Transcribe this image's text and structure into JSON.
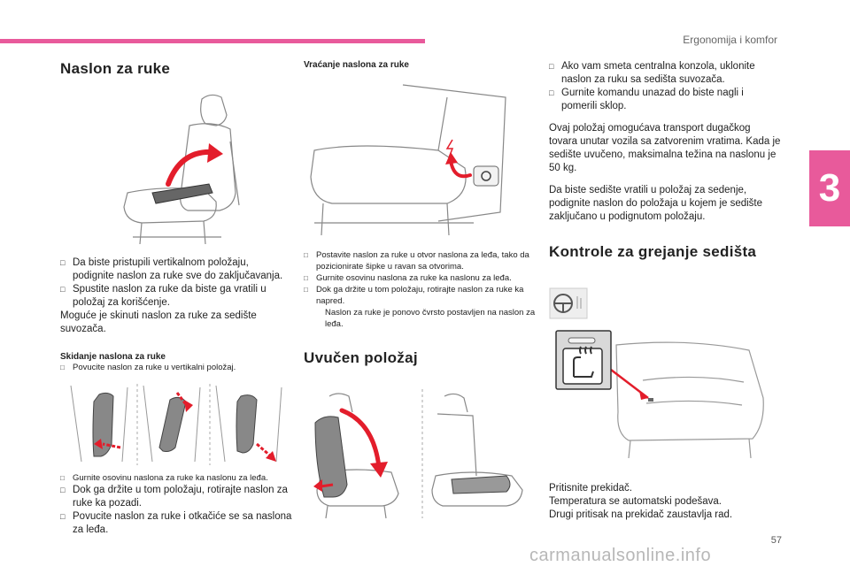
{
  "header": {
    "section_name": "Ergonomija i komfor",
    "chapter_number": "3",
    "page_number": "57",
    "watermark": "carmanualsonline.info"
  },
  "icons": {
    "bullet_icon": "checkbox-square",
    "steering_heat_icon": "steering-wheel-heat-icon",
    "seat_heat_icon": "seat-heating-icon"
  },
  "colors": {
    "accent": "#e85a9b",
    "arrow": "#e31d2b"
  },
  "col1": {
    "title": "Naslon za ruke",
    "bullets_a": [
      "Da biste pristupili vertikalnom položaju, podignite naslon za ruke sve do zaključavanja.",
      "Spustite naslon za ruke da biste ga vratili u položaj za korišćenje."
    ],
    "para_a": "Moguće je skinuti naslon za ruke za sedište suvozača.",
    "sub_title": "Skidanje naslona za ruke",
    "sub_bullet": "Povucite naslon za ruke u vertikalni položaj.",
    "caption_bullet": "Gurnite osovinu naslona za ruke ka naslonu za leđa.",
    "bullets_b": [
      "Dok ga držite u tom položaju, rotirajte naslon za ruke ka pozadi.",
      "Povucite naslon za ruke i otkačiće se sa naslona za leđa."
    ]
  },
  "col2": {
    "sub_title": "Vraćanje naslona za ruke",
    "bullets": [
      "Postavite naslon za ruke u otvor naslona za leđa, tako da pozicionirate šipke u ravan sa otvorima.",
      "Gurnite osovinu naslona za ruke ka naslonu za leđa.",
      "Dok ga držite u tom položaju, rotirajte naslon za ruke ka napred."
    ],
    "note": "Naslon za ruke je ponovo čvrsto postavljen na naslon za leđa.",
    "title2": "Uvučen položaj"
  },
  "col3": {
    "bullets": [
      "Ako vam smeta centralna konzola, uklonite naslon za ruku sa sedišta suvozača.",
      "Gurnite komandu unazad do biste nagli i pomerili sklop."
    ],
    "para1": "Ovaj položaj omogućava transport dugačkog tovara unutar vozila sa zatvorenim vratima. Kada je sedište uvučeno, maksimalna težina na naslonu je 50 kg.",
    "para2": "Da biste sedište vratili u položaj za sedenje, podignite naslon do položaja u kojem je sedište zaključano u podignutom položaju.",
    "title2": "Kontrole za grejanje sedišta",
    "para3": "Pritisnite prekidač.",
    "para4": "Temperatura se automatski podešava.",
    "para5": "Drugi pritisak na prekidač zaustavlja rad."
  }
}
